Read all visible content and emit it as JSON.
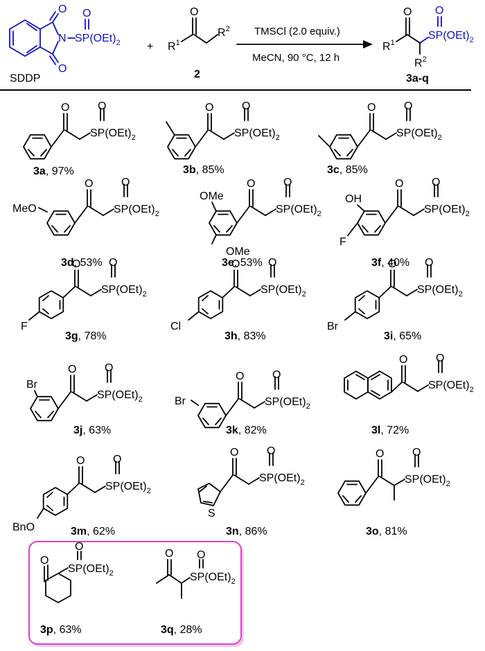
{
  "scheme": {
    "reagent_name": "SDDP",
    "reagent_group": "SP(OEt)2",
    "plus": "+",
    "ketone_label": "2",
    "r1": "R",
    "r1_sup": "1",
    "r2": "R",
    "r2_sup": "2",
    "condition_top": "TMSCl (2.0 equiv.)",
    "condition_bottom": "MeCN, 90 °C, 12 h",
    "product_label": "3a-q",
    "reagent_color": "#1010cc",
    "highlight_color": "#e040c8"
  },
  "labels": {
    "oxygen": "O",
    "nitrogen": "N",
    "sulfur": "S",
    "fluorine": "F",
    "chlorine": "Cl",
    "bromine": "Br",
    "methoxy_left": "MeO",
    "methoxy_right": "OMe",
    "hydroxy": "OH",
    "benzyloxy": "BnO",
    "phosphonate": "SP(OEt)2"
  },
  "compounds": [
    {
      "id": "3a",
      "yield": ", 97%"
    },
    {
      "id": "3b",
      "yield": ", 85%"
    },
    {
      "id": "3c",
      "yield": ", 85%"
    },
    {
      "id": "3d",
      "yield": ", 53%"
    },
    {
      "id": "3e",
      "yield": ", 53%"
    },
    {
      "id": "3f",
      "yield": ", 40%"
    },
    {
      "id": "3g",
      "yield": ", 78%"
    },
    {
      "id": "3h",
      "yield": ", 83%"
    },
    {
      "id": "3i",
      "yield": ", 65%"
    },
    {
      "id": "3j",
      "yield": ", 63%"
    },
    {
      "id": "3k",
      "yield": ", 82%"
    },
    {
      "id": "3l",
      "yield": ", 72%"
    },
    {
      "id": "3m",
      "yield": ", 62%"
    },
    {
      "id": "3n",
      "yield": ", 86%"
    },
    {
      "id": "3o",
      "yield": ", 81%"
    },
    {
      "id": "3p",
      "yield": ", 63%"
    },
    {
      "id": "3q",
      "yield": ", 28%"
    }
  ]
}
